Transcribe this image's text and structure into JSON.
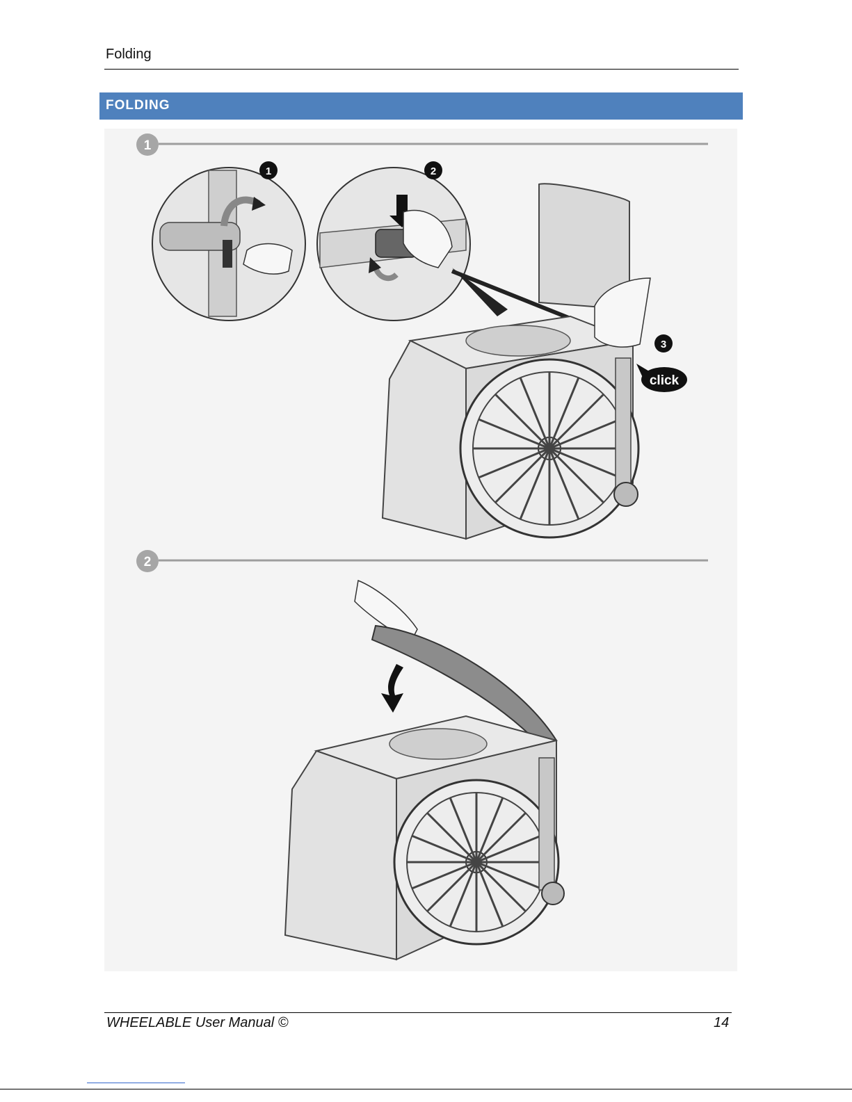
{
  "header": {
    "title": "Folding"
  },
  "section": {
    "title": "FOLDING"
  },
  "figure": {
    "steps": [
      {
        "number": "1",
        "callouts": [
          "1",
          "2",
          "3"
        ],
        "click_label": "click"
      },
      {
        "number": "2"
      }
    ],
    "colors": {
      "step_badge": "#a6a6a6",
      "callout": "#111111",
      "line": "#9e9e9e"
    }
  },
  "footer": {
    "manual": "WHEELABLE User Manual ©",
    "page": "14"
  }
}
